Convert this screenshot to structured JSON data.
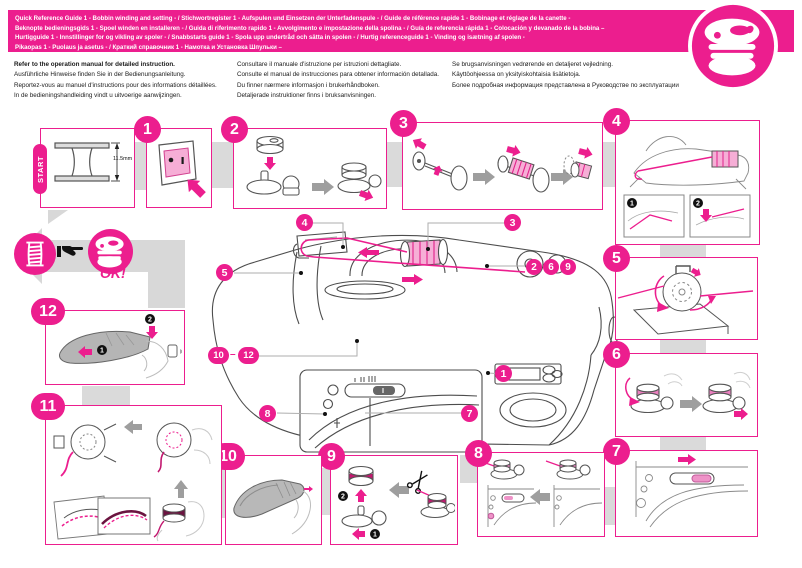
{
  "accent": "#ec1e8e",
  "header": {
    "lines": [
      "Quick Reference Guide 1 - Bobbin winding and setting - / Stichwortregister 1 - Aufspulen und Einsetzen der Unterfadenspule - / Guide de référence rapide 1 - Bobinage et réglage de la canette -",
      "Beknopte bedieningsgids 1 - Spoel winden en installeren - / Guida di riferimento rapido 1 - Avvolgimento e impostazione della spolina - / Guía de referencia rápida 1 - Colocación y devanado de la bobina –",
      "Hurtigguide 1 - Innstillinger for og vikling av spoler - / Snabbstarts guide 1 - Spola upp undertråd och sätta in spolen - / Hurtig referenceguide 1 - Vinding og isætning af spolen -",
      "Pikaopas 1 - Puolaus ja asetus - / Краткий справочник 1 - Намотка и Установка Шпульки –"
    ],
    "logo_icon": "bobbin-spool"
  },
  "notes": {
    "col1": [
      "Refer to the operation manual for detailed instruction.",
      "Ausführliche Hinweise finden Sie in der Bedienungsanleitung.",
      "Reportez-vous au manuel d'instructions pour des informations détaillées.",
      "In de bedieningshandleiding vindt u uitvoerige aanwijzingen."
    ],
    "col2": [
      "Consultare il manuale d'istruzione per istruzioni dettagliate.",
      "Consulte el manual de instrucciones para obtener información detallada.",
      "Du finner nærmere informasjon i brukerhåndboken.",
      "Detaljerade instruktioner finns i bruksanvisningen."
    ],
    "col3": [
      "Se brugsanvisningen vedrørende en detaljeret vejledning.",
      "Käyttöohjeessa on yksityiskohtaisia lisätietoja.",
      "Более подробная информация представлена в Руководстве по эксплуатации"
    ]
  },
  "start": {
    "label": "START",
    "dimension": "11.5mm"
  },
  "ok_label": "OK!",
  "badges": [
    "1",
    "2",
    "3",
    "4",
    "5",
    "6",
    "7",
    "8",
    "9",
    "10",
    "11",
    "12"
  ],
  "callouts": {
    "c4": "4",
    "c3": "3",
    "c5": "5",
    "c2": "2",
    "c6": "6",
    "c9": "9",
    "c10": "10",
    "sep": "–",
    "c12": "12",
    "c1": "1",
    "c8": "8",
    "c7": "7"
  },
  "substeps": {
    "one": "1",
    "two": "2"
  },
  "icons": {
    "ok_hand": "pointing-hand",
    "cut": "scissors"
  }
}
